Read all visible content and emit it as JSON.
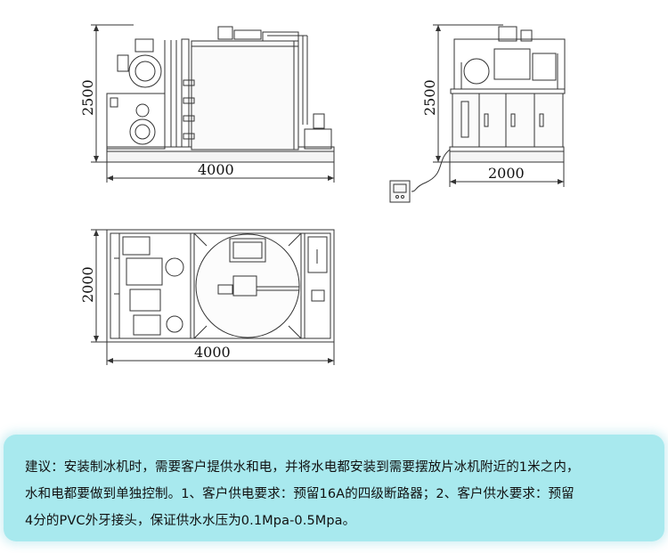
{
  "dimensions": {
    "front_height": "2500",
    "front_width": "4000",
    "side_height": "2500",
    "side_width": "2000",
    "top_height": "2000",
    "top_width": "4000"
  },
  "note": {
    "lines": [
      "建议：安装制冰机时，需要客户提供水和电，并将水电都安装到需要摆放片冰机附近的1米之内，",
      "水和电都要做到单独控制。1、客户供电要求：预留16A的四级断路器；2、客户供水要求：预留",
      "4分的PVC外牙接头，保证供水水压为0.1Mpa-0.5Mpa。"
    ]
  },
  "colors": {
    "line": "#333333",
    "note_background": "#a8e9ee"
  }
}
